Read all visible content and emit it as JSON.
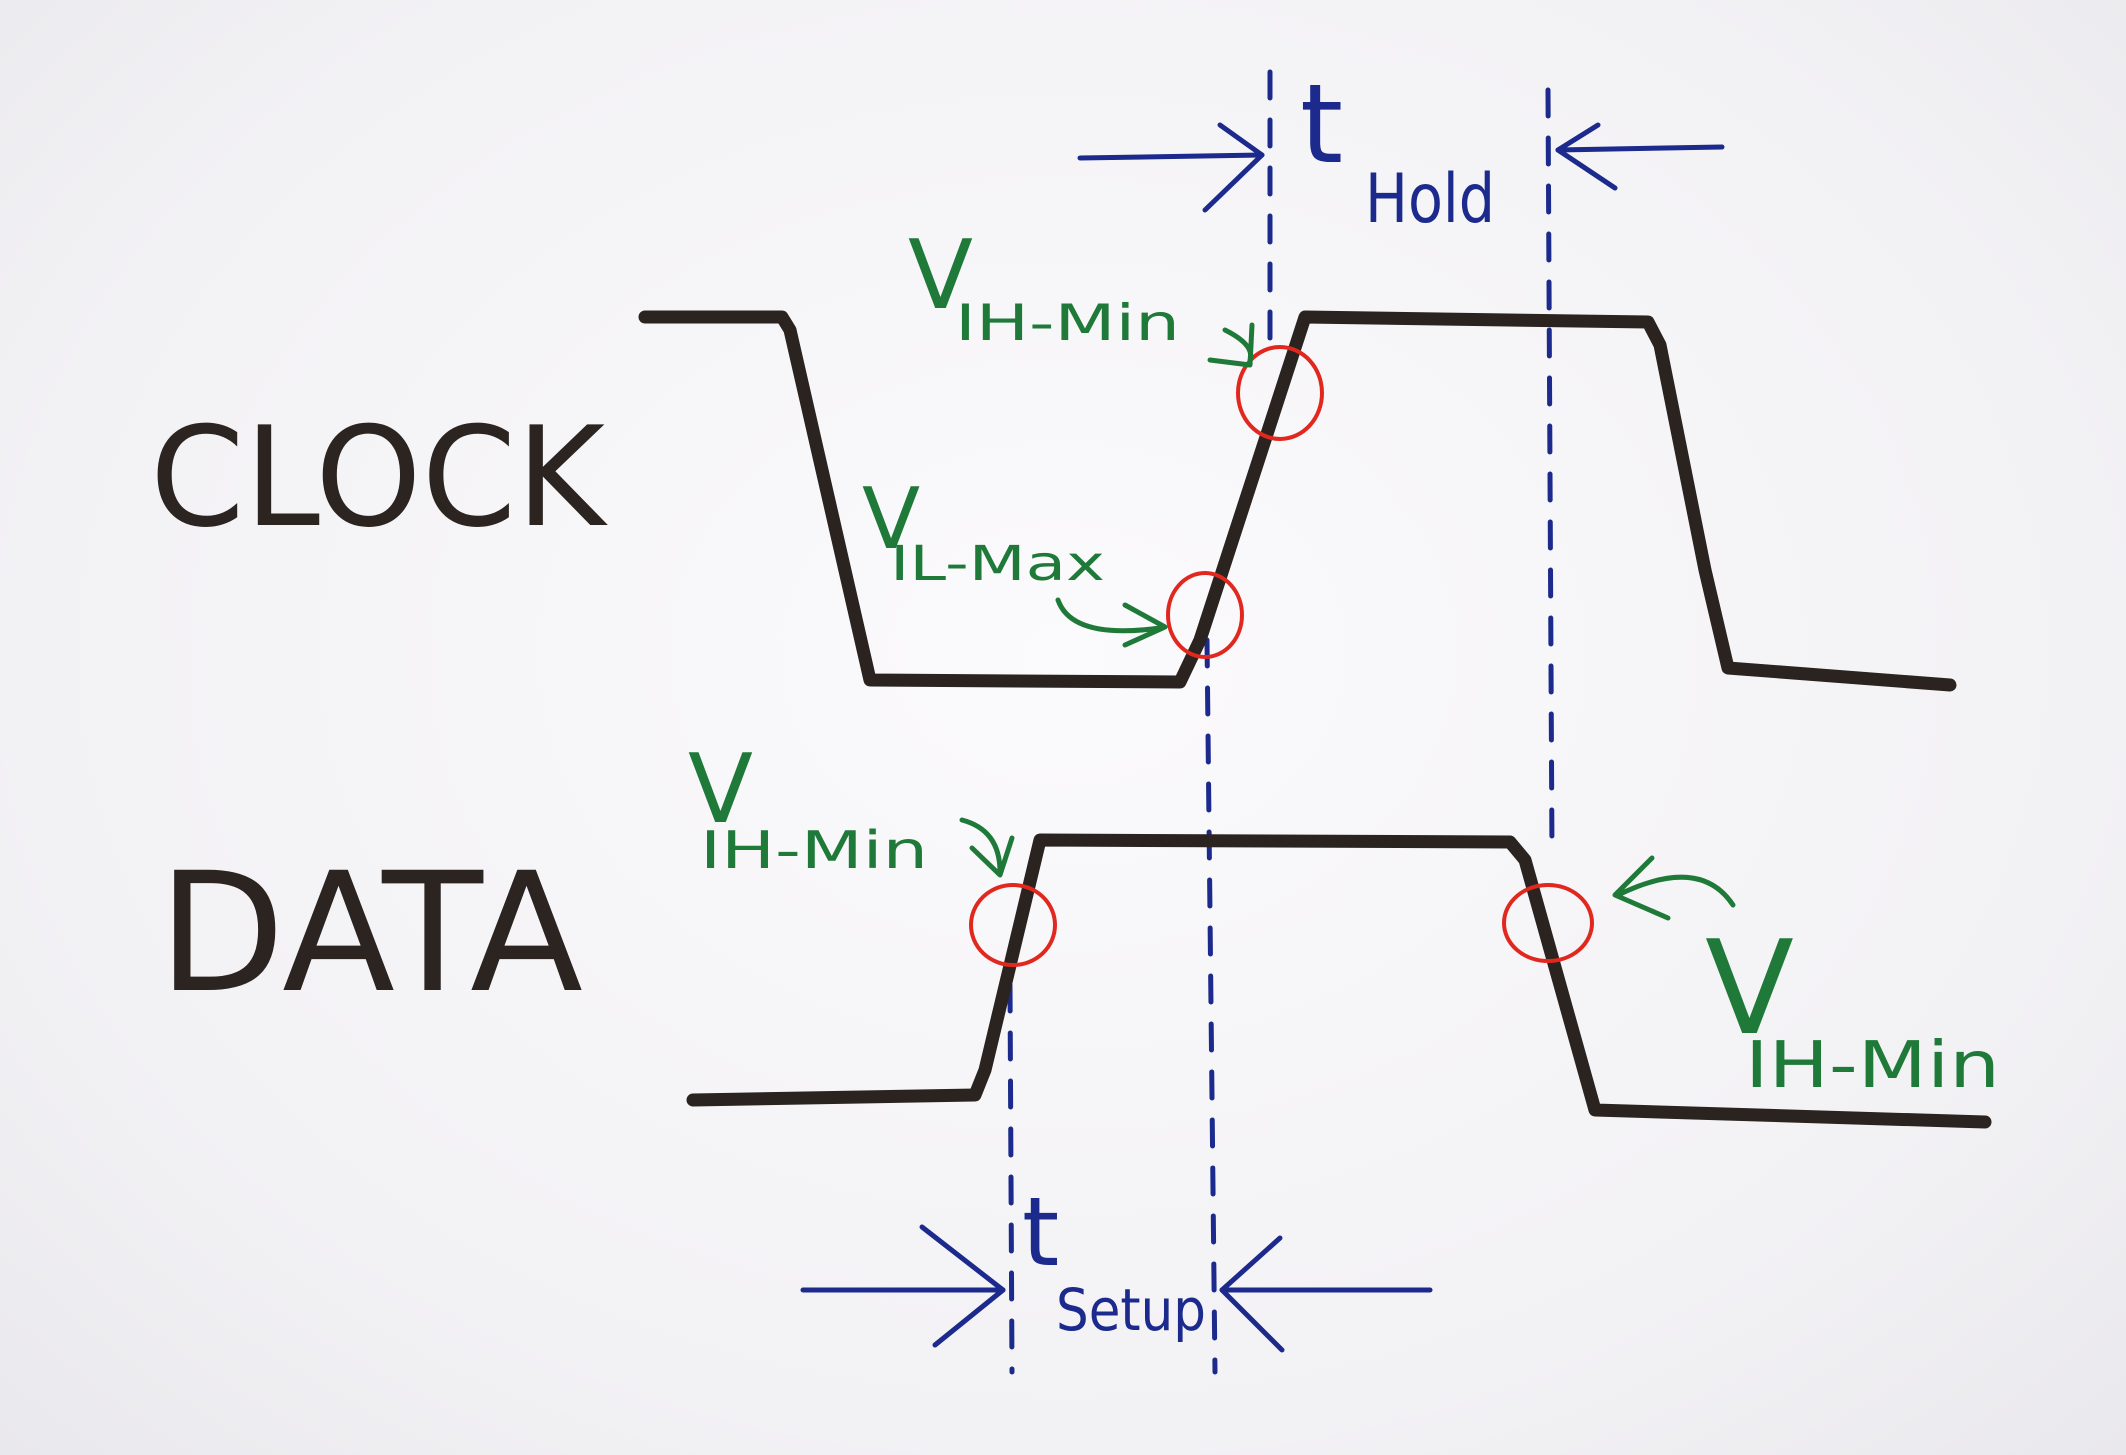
{
  "signals": {
    "clock_label": "CLOCK",
    "data_label": "DATA"
  },
  "timing": {
    "hold": {
      "t": "t",
      "sub": "Hold"
    },
    "setup": {
      "t": "t",
      "sub": "Setup"
    }
  },
  "thresholds": {
    "clock_vih": {
      "v": "V",
      "sub": "IH-Min"
    },
    "clock_vil": {
      "v": "V",
      "sub": "IL-Max"
    },
    "data_vih_rise": {
      "v": "V",
      "sub": "IH-Min"
    },
    "data_vih_fall": {
      "v": "V",
      "sub": "IH-Min"
    }
  },
  "colors": {
    "waveform": "#2a231f",
    "timing_markers": "#1b2a8c",
    "threshold_labels": "#1f7a3a",
    "crossing_circles": "#e1281f"
  }
}
